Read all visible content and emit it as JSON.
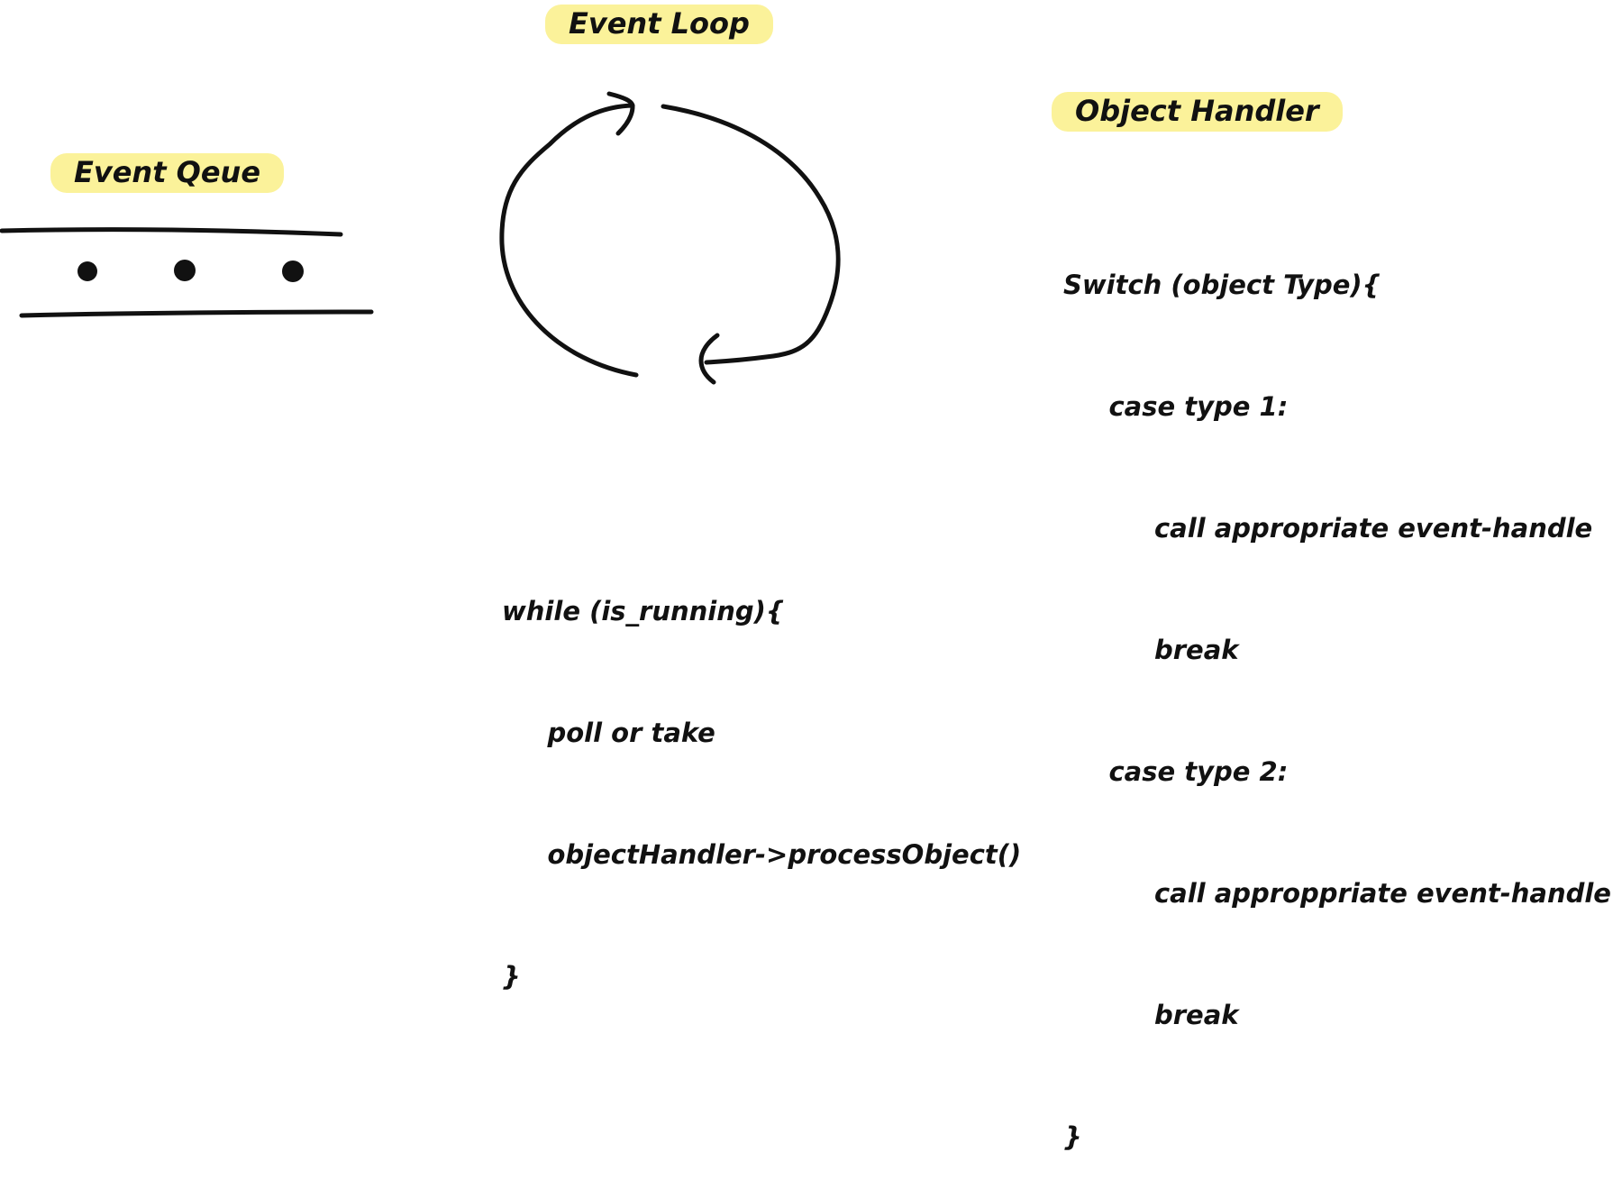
{
  "event_queue": {
    "title": "Event Qeue",
    "items_count": 3
  },
  "event_loop": {
    "title": "Event Loop",
    "code": [
      "while (is_running){",
      "     poll or take",
      "     objectHandler->processObject()",
      "}"
    ]
  },
  "object_handler": {
    "title": "Object Handler",
    "code": [
      "Switch (object Type){",
      "     case type 1:",
      "          call appropriate event-handle",
      "          break",
      "     case type 2:",
      "          call approppriate event-handle",
      "          break",
      "}"
    ]
  },
  "colors": {
    "highlight": "#fbf29a",
    "ink": "#111111",
    "background": "#ffffff"
  }
}
